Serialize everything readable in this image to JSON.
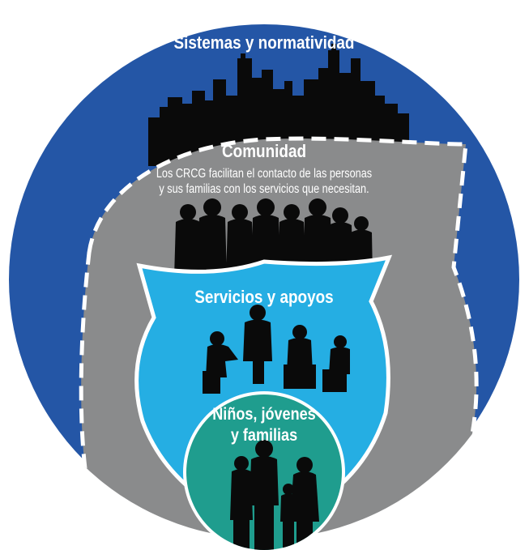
{
  "diagram": {
    "layers": [
      {
        "id": "systems",
        "title": "Sistemas y normatividad",
        "color": "#2456a6"
      },
      {
        "id": "community",
        "title": "Comunidad",
        "description_lines": [
          "Los CRCG facilitan el contacto de las personas",
          "y sus familias con los servicios que necesitan."
        ],
        "color": "#8a8b8c"
      },
      {
        "id": "services",
        "title": "Servicios y apoyos",
        "color": "#25aee3"
      },
      {
        "id": "families",
        "title_lines": [
          "Niños, jóvenes",
          "y familias"
        ],
        "color": "#1f9d8e"
      }
    ],
    "icons": [
      "city-skyline-silhouette",
      "crowd-silhouette",
      "meeting-silhouette",
      "family-silhouette"
    ],
    "border_colors": {
      "outer": "#ffffff",
      "community_dashed": "#ffffff"
    }
  }
}
